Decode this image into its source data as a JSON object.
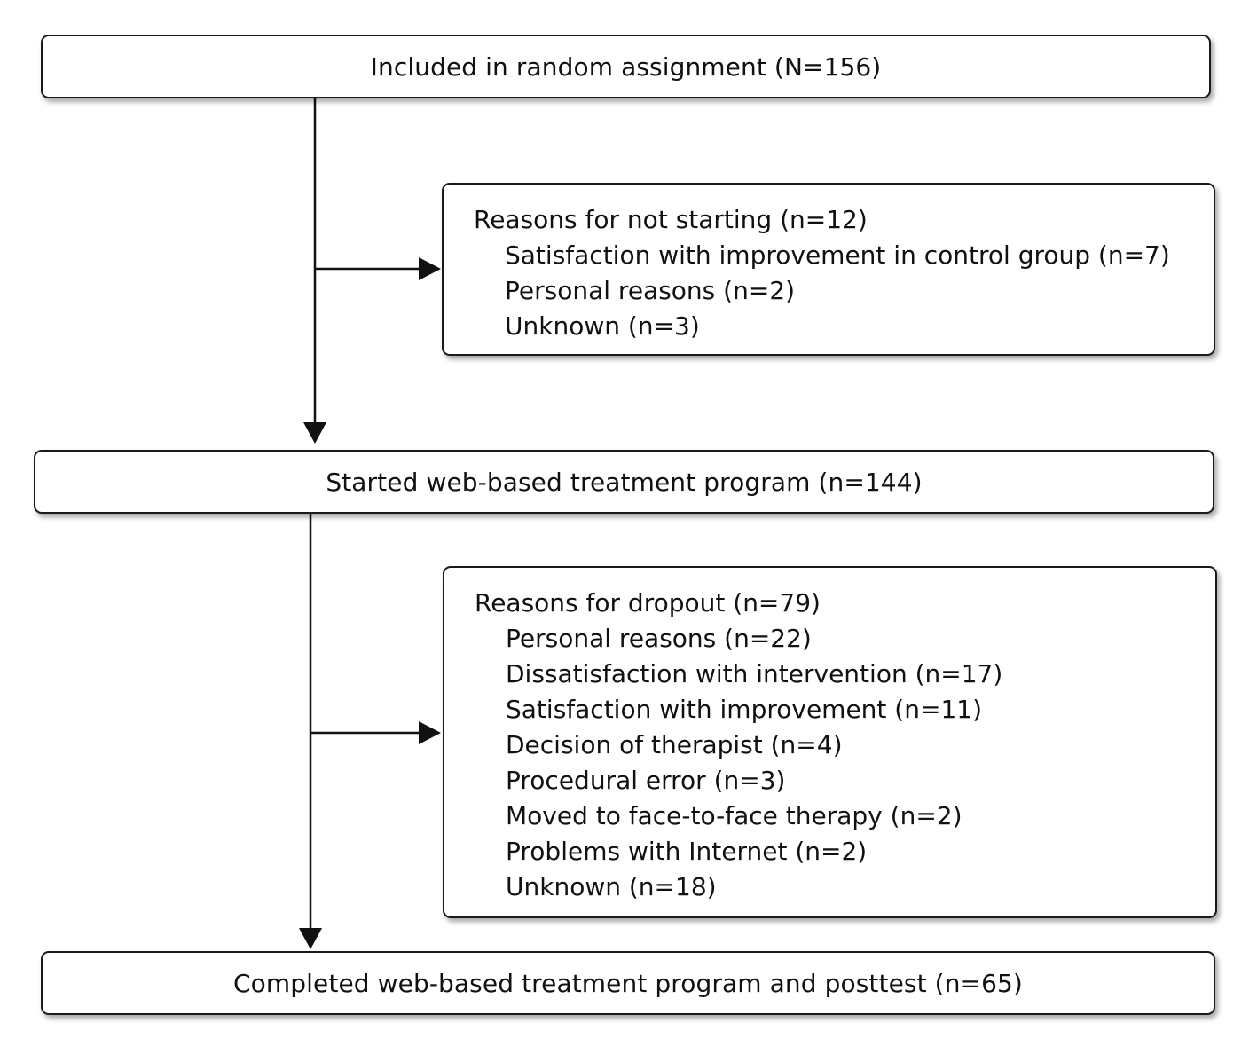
{
  "flow": {
    "randomized": {
      "label": "Included in random assignment (N=156)"
    },
    "not_started": {
      "heading": "Reasons for not starting (n=12)",
      "items": [
        "Satisfaction with improvement in control group (n=7)",
        "Personal reasons (n=2)",
        "Unknown (n=3)"
      ]
    },
    "started": {
      "label": "Started web-based treatment program (n=144)"
    },
    "dropout": {
      "heading": "Reasons for dropout (n=79)",
      "items": [
        "Personal reasons (n=22)",
        "Dissatisfaction with intervention (n=17)",
        "Satisfaction with improvement (n=11)",
        "Decision of therapist (n=4)",
        "Procedural error (n=3)",
        "Moved to face-to-face therapy (n=2)",
        "Problems with Internet (n=2)",
        "Unknown (n=18)"
      ]
    },
    "completed": {
      "label": "Completed web-based treatment program and posttest (n=65)"
    }
  }
}
